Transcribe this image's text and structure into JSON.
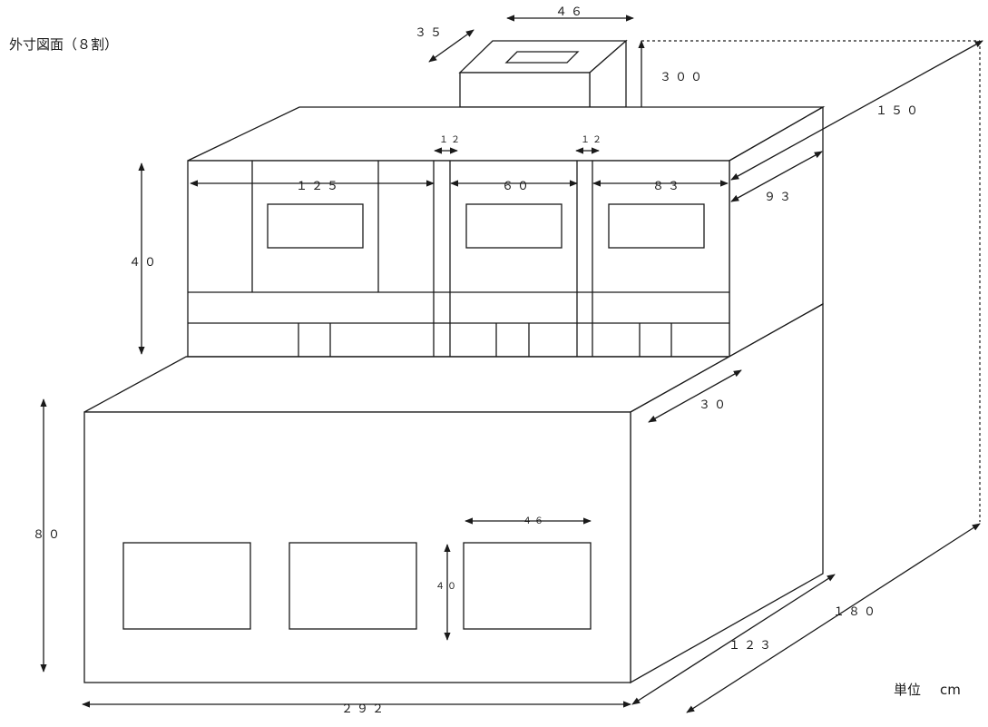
{
  "title": "外寸図面（８割）",
  "unit_label": "単位",
  "unit": "cm",
  "colors": {
    "line": "#1a1a1a",
    "background": "#ffffff"
  },
  "dimensions": {
    "top_box_width": "４６",
    "top_box_depth": "３５",
    "total_height": "３００",
    "upper_depth_overall": "１５０",
    "upper_depth": "９３",
    "upper_height": "４０",
    "upper_section_1": "１２５",
    "upper_section_2": "６０",
    "upper_section_3": "８３",
    "upper_gap_1": "１２",
    "upper_gap_2": "１２",
    "step_depth": "３０",
    "lower_height": "８０",
    "lower_width": "２９２",
    "lower_depth": "１２３",
    "total_depth": "１８０",
    "window_width": "４６",
    "window_height": "４０"
  }
}
